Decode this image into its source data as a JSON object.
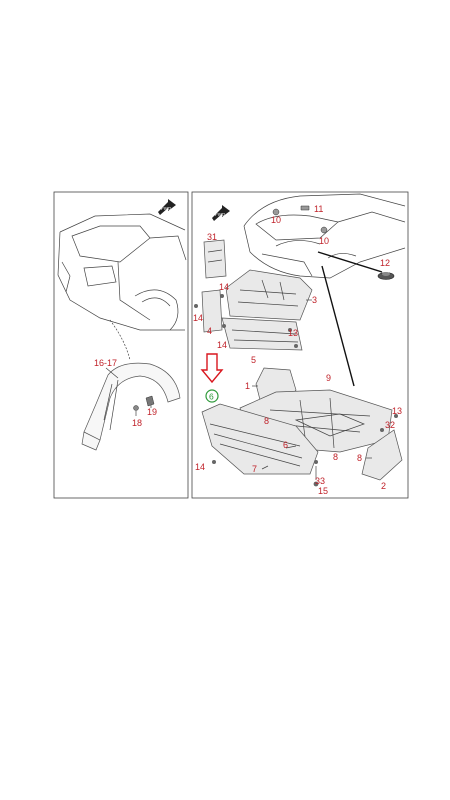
{
  "left_panel": {
    "fwd_label": "FWD",
    "labels": [
      "16-17",
      "18",
      "19"
    ]
  },
  "right_panel": {
    "fwd_label": "FWD",
    "labels": [
      "31",
      "14",
      "4",
      "14",
      "14",
      "3",
      "13",
      "5",
      "1",
      "9",
      "8",
      "6",
      "8",
      "8",
      "2",
      "7",
      "14",
      "33",
      "15",
      "32",
      "13",
      "10",
      "11",
      "10",
      "12"
    ],
    "highlight_label": "6",
    "highlight_color": "#2e9a3a",
    "arrow_color": "#d9161e"
  }
}
